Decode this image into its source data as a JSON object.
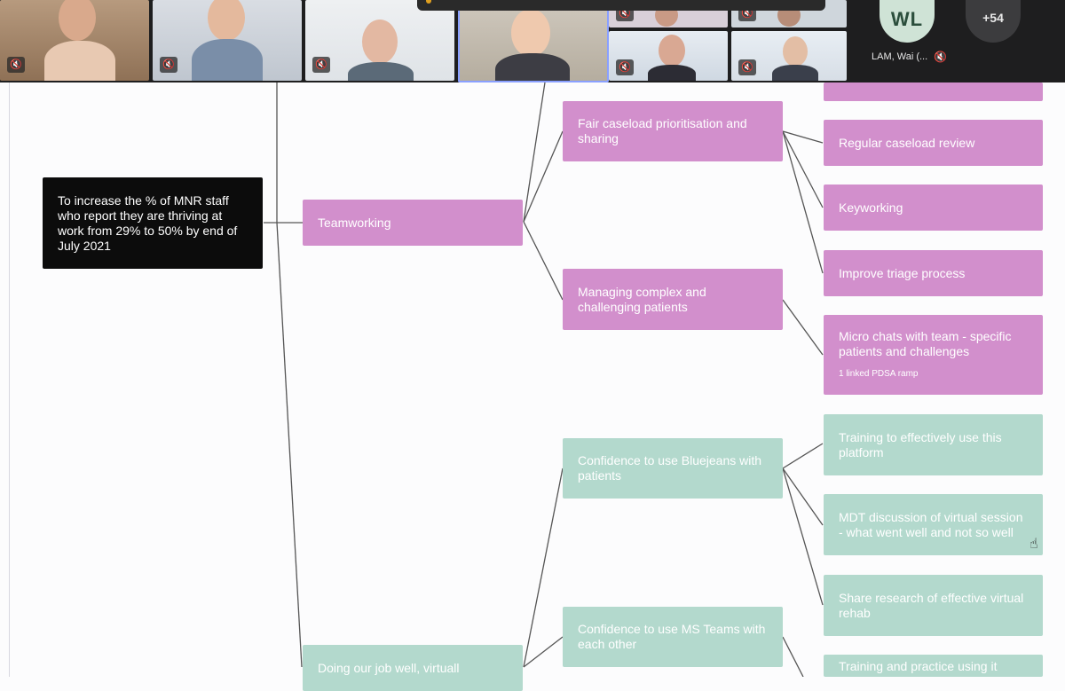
{
  "meeting": {
    "avatar_initials": "WL",
    "avatar_name": "LAM, Wai (...",
    "more_participants": "+54",
    "muted_icon": "mic-off-icon"
  },
  "driver_diagram": {
    "aim": "To increase the % of MNR staff who report they are thriving at work from 29% to 50% by end of July 2021",
    "primary_drivers": [
      "Teamworking",
      "Doing our job well, virtuall"
    ],
    "secondary_drivers": [
      "Fair caseload prioritisation and sharing",
      "Managing complex and challenging patients",
      "Confidence to use Bluejeans with patients",
      "Confidence to use MS Teams with each other"
    ],
    "change_ideas": [
      "Regular caseload review",
      "Keyworking",
      "Improve triage process",
      "Micro chats with team - specific patients and challenges",
      "Training to effectively use this platform",
      "MDT discussion of virtual session - what went well and not so well",
      "Share research of effective virtual rehab",
      "Training and practice using it"
    ],
    "linked_ramp_note": "1 linked PDSA ramp",
    "colors": {
      "teamworking": "#d28fcc",
      "virtual": "#b3d9cd",
      "aim": "#0c0c0c"
    }
  }
}
